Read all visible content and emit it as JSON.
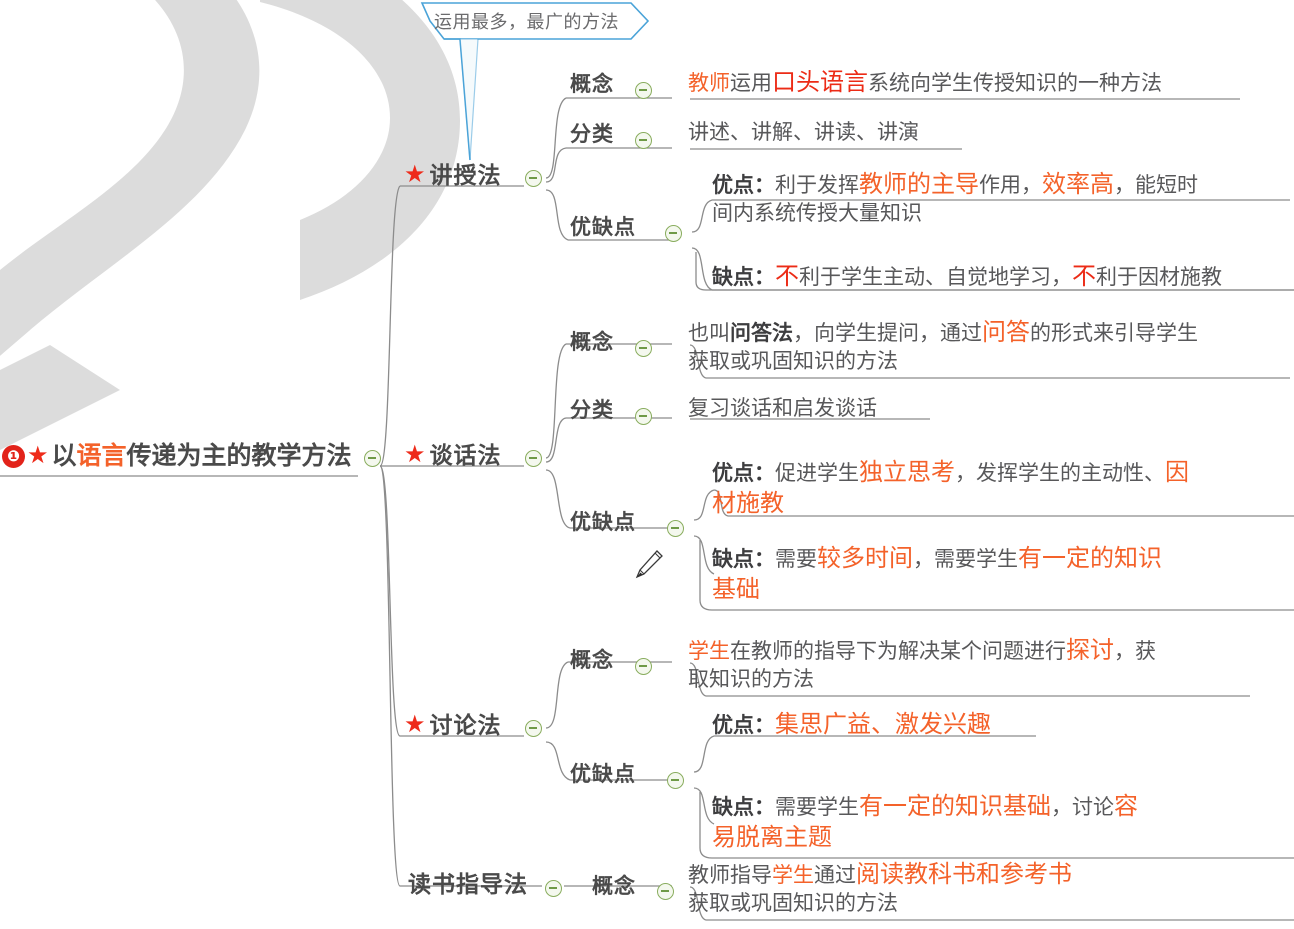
{
  "callout": {
    "text": "运用最多，最广的方法"
  },
  "root": {
    "badge": "❶",
    "star": "★",
    "parts": [
      {
        "t": "以",
        "c": "dark"
      },
      {
        "t": "语言",
        "c": "orange"
      },
      {
        "t": "传递为主的教学方法",
        "c": "dark"
      }
    ],
    "plain": "❶★以语言传递为主的教学方法"
  },
  "toggle_icon": "minus-circle",
  "branches": [
    {
      "star": "★",
      "title": "讲授法",
      "rows": [
        {
          "label": "概念",
          "lines": [
            [
              {
                "t": "教师",
                "c": "orange"
              },
              {
                "t": "运用",
                "c": "grey"
              },
              {
                "t": "口头语言",
                "c": "red",
                "big": true
              },
              {
                "t": "系统向学生传授知识的一种方法",
                "c": "grey"
              }
            ]
          ]
        },
        {
          "label": "分类",
          "lines": [
            [
              {
                "t": "讲述、讲解、讲读、讲演",
                "c": "grey"
              }
            ]
          ]
        },
        {
          "label": "优缺点",
          "sub": [
            {
              "prefix": "优点：",
              "lines": [
                [
                  {
                    "t": "利于发挥",
                    "c": "grey"
                  },
                  {
                    "t": "教师的主导",
                    "c": "orange",
                    "big": true
                  },
                  {
                    "t": "作用，",
                    "c": "grey"
                  },
                  {
                    "t": "效率高",
                    "c": "orange",
                    "big": true
                  },
                  {
                    "t": "，能短时",
                    "c": "grey"
                  }
                ],
                [
                  {
                    "t": "间内系统传授大量知识",
                    "c": "grey"
                  }
                ]
              ]
            },
            {
              "prefix": "缺点：",
              "lines": [
                [
                  {
                    "t": "不",
                    "c": "red",
                    "big": true
                  },
                  {
                    "t": "利于学生主动、自觉地学习，",
                    "c": "grey"
                  },
                  {
                    "t": "不",
                    "c": "red",
                    "big": true
                  },
                  {
                    "t": "利于因材施教",
                    "c": "grey"
                  }
                ]
              ]
            }
          ]
        }
      ]
    },
    {
      "star": "★",
      "title": "谈话法",
      "rows": [
        {
          "label": "概念",
          "lines": [
            [
              {
                "t": "也叫",
                "c": "grey"
              },
              {
                "t": "问答法",
                "c": "bold-dark"
              },
              {
                "t": "，向学生提问，通过",
                "c": "grey"
              },
              {
                "t": "问答",
                "c": "orange",
                "big": true
              },
              {
                "t": "的形式来引导学生",
                "c": "grey"
              }
            ],
            [
              {
                "t": "获取或巩固知识的方法",
                "c": "grey"
              }
            ]
          ]
        },
        {
          "label": "分类",
          "lines": [
            [
              {
                "t": "复习谈话和启发谈话",
                "c": "grey"
              }
            ]
          ]
        },
        {
          "label": "优缺点",
          "sub": [
            {
              "prefix": "优点：",
              "lines": [
                [
                  {
                    "t": "促进学生",
                    "c": "grey"
                  },
                  {
                    "t": "独立思考",
                    "c": "orange",
                    "big": true
                  },
                  {
                    "t": "，发挥学生的主动性、",
                    "c": "grey"
                  },
                  {
                    "t": "因",
                    "c": "orange",
                    "big": true
                  }
                ],
                [
                  {
                    "t": "材施教",
                    "c": "orange",
                    "big": true
                  }
                ]
              ]
            },
            {
              "prefix": "缺点：",
              "lines": [
                [
                  {
                    "t": "需要",
                    "c": "grey"
                  },
                  {
                    "t": "较多时间",
                    "c": "orange",
                    "big": true
                  },
                  {
                    "t": "，需要学生",
                    "c": "grey"
                  },
                  {
                    "t": "有一定的知识",
                    "c": "orange",
                    "big": true
                  }
                ],
                [
                  {
                    "t": "基础",
                    "c": "orange",
                    "big": true
                  }
                ]
              ]
            }
          ]
        }
      ]
    },
    {
      "star": "★",
      "title": "讨论法",
      "rows": [
        {
          "label": "概念",
          "lines": [
            [
              {
                "t": "学生",
                "c": "orange"
              },
              {
                "t": "在教师的指导下为解决某个问题进行",
                "c": "grey"
              },
              {
                "t": "探讨",
                "c": "orange",
                "big": true
              },
              {
                "t": "，获",
                "c": "grey"
              }
            ],
            [
              {
                "t": "取知识的方法",
                "c": "grey"
              }
            ]
          ]
        },
        {
          "label": "优缺点",
          "sub": [
            {
              "prefix": "优点：",
              "lines": [
                [
                  {
                    "t": "集思广益、激发兴趣",
                    "c": "orange",
                    "big": true
                  }
                ]
              ]
            },
            {
              "prefix": "缺点：",
              "lines": [
                [
                  {
                    "t": "需要学生",
                    "c": "grey"
                  },
                  {
                    "t": "有一定的知识基础",
                    "c": "orange",
                    "big": true
                  },
                  {
                    "t": "，讨论",
                    "c": "grey"
                  },
                  {
                    "t": "容",
                    "c": "orange",
                    "big": true
                  }
                ],
                [
                  {
                    "t": "易脱离主题",
                    "c": "orange",
                    "big": true
                  }
                ]
              ]
            }
          ]
        }
      ]
    },
    {
      "star": "",
      "title": "读书指导法",
      "rows": [
        {
          "label": "概念",
          "lines": [
            [
              {
                "t": "教师指导",
                "c": "grey"
              },
              {
                "t": "学生",
                "c": "orange"
              },
              {
                "t": "通过",
                "c": "grey"
              },
              {
                "t": "阅读教科书和参考书",
                "c": "orange",
                "big": true
              }
            ],
            [
              {
                "t": "获取或巩固知识的方法",
                "c": "grey"
              }
            ]
          ]
        }
      ]
    }
  ],
  "colors": {
    "orange": "#f4622a",
    "red": "#ec2b16",
    "grey_text": "#6b6b6d",
    "label_dark": "#4a4a4a",
    "toggle_green": "#6f9a47",
    "callout_blue": "#4aa3d8",
    "watermark_grey": "#dcdcdc"
  }
}
